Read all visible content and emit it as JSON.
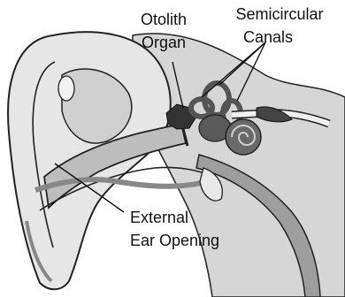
{
  "labels": {
    "otolith_line1": "Otolith",
    "otolith_line2": "Organ",
    "canals_line1": "Semicircular",
    "canals_line2": "Canals",
    "external_line1": "External",
    "external_line2": "Ear Opening"
  },
  "colors": {
    "skin_light": "#e4e4e4",
    "skin_mid": "#cfcfcf",
    "skin_shadow": "#a9a9a9",
    "inner_dark": "#555555",
    "bone": "#d8d8d8",
    "outline": "#222222",
    "text": "#111111"
  }
}
